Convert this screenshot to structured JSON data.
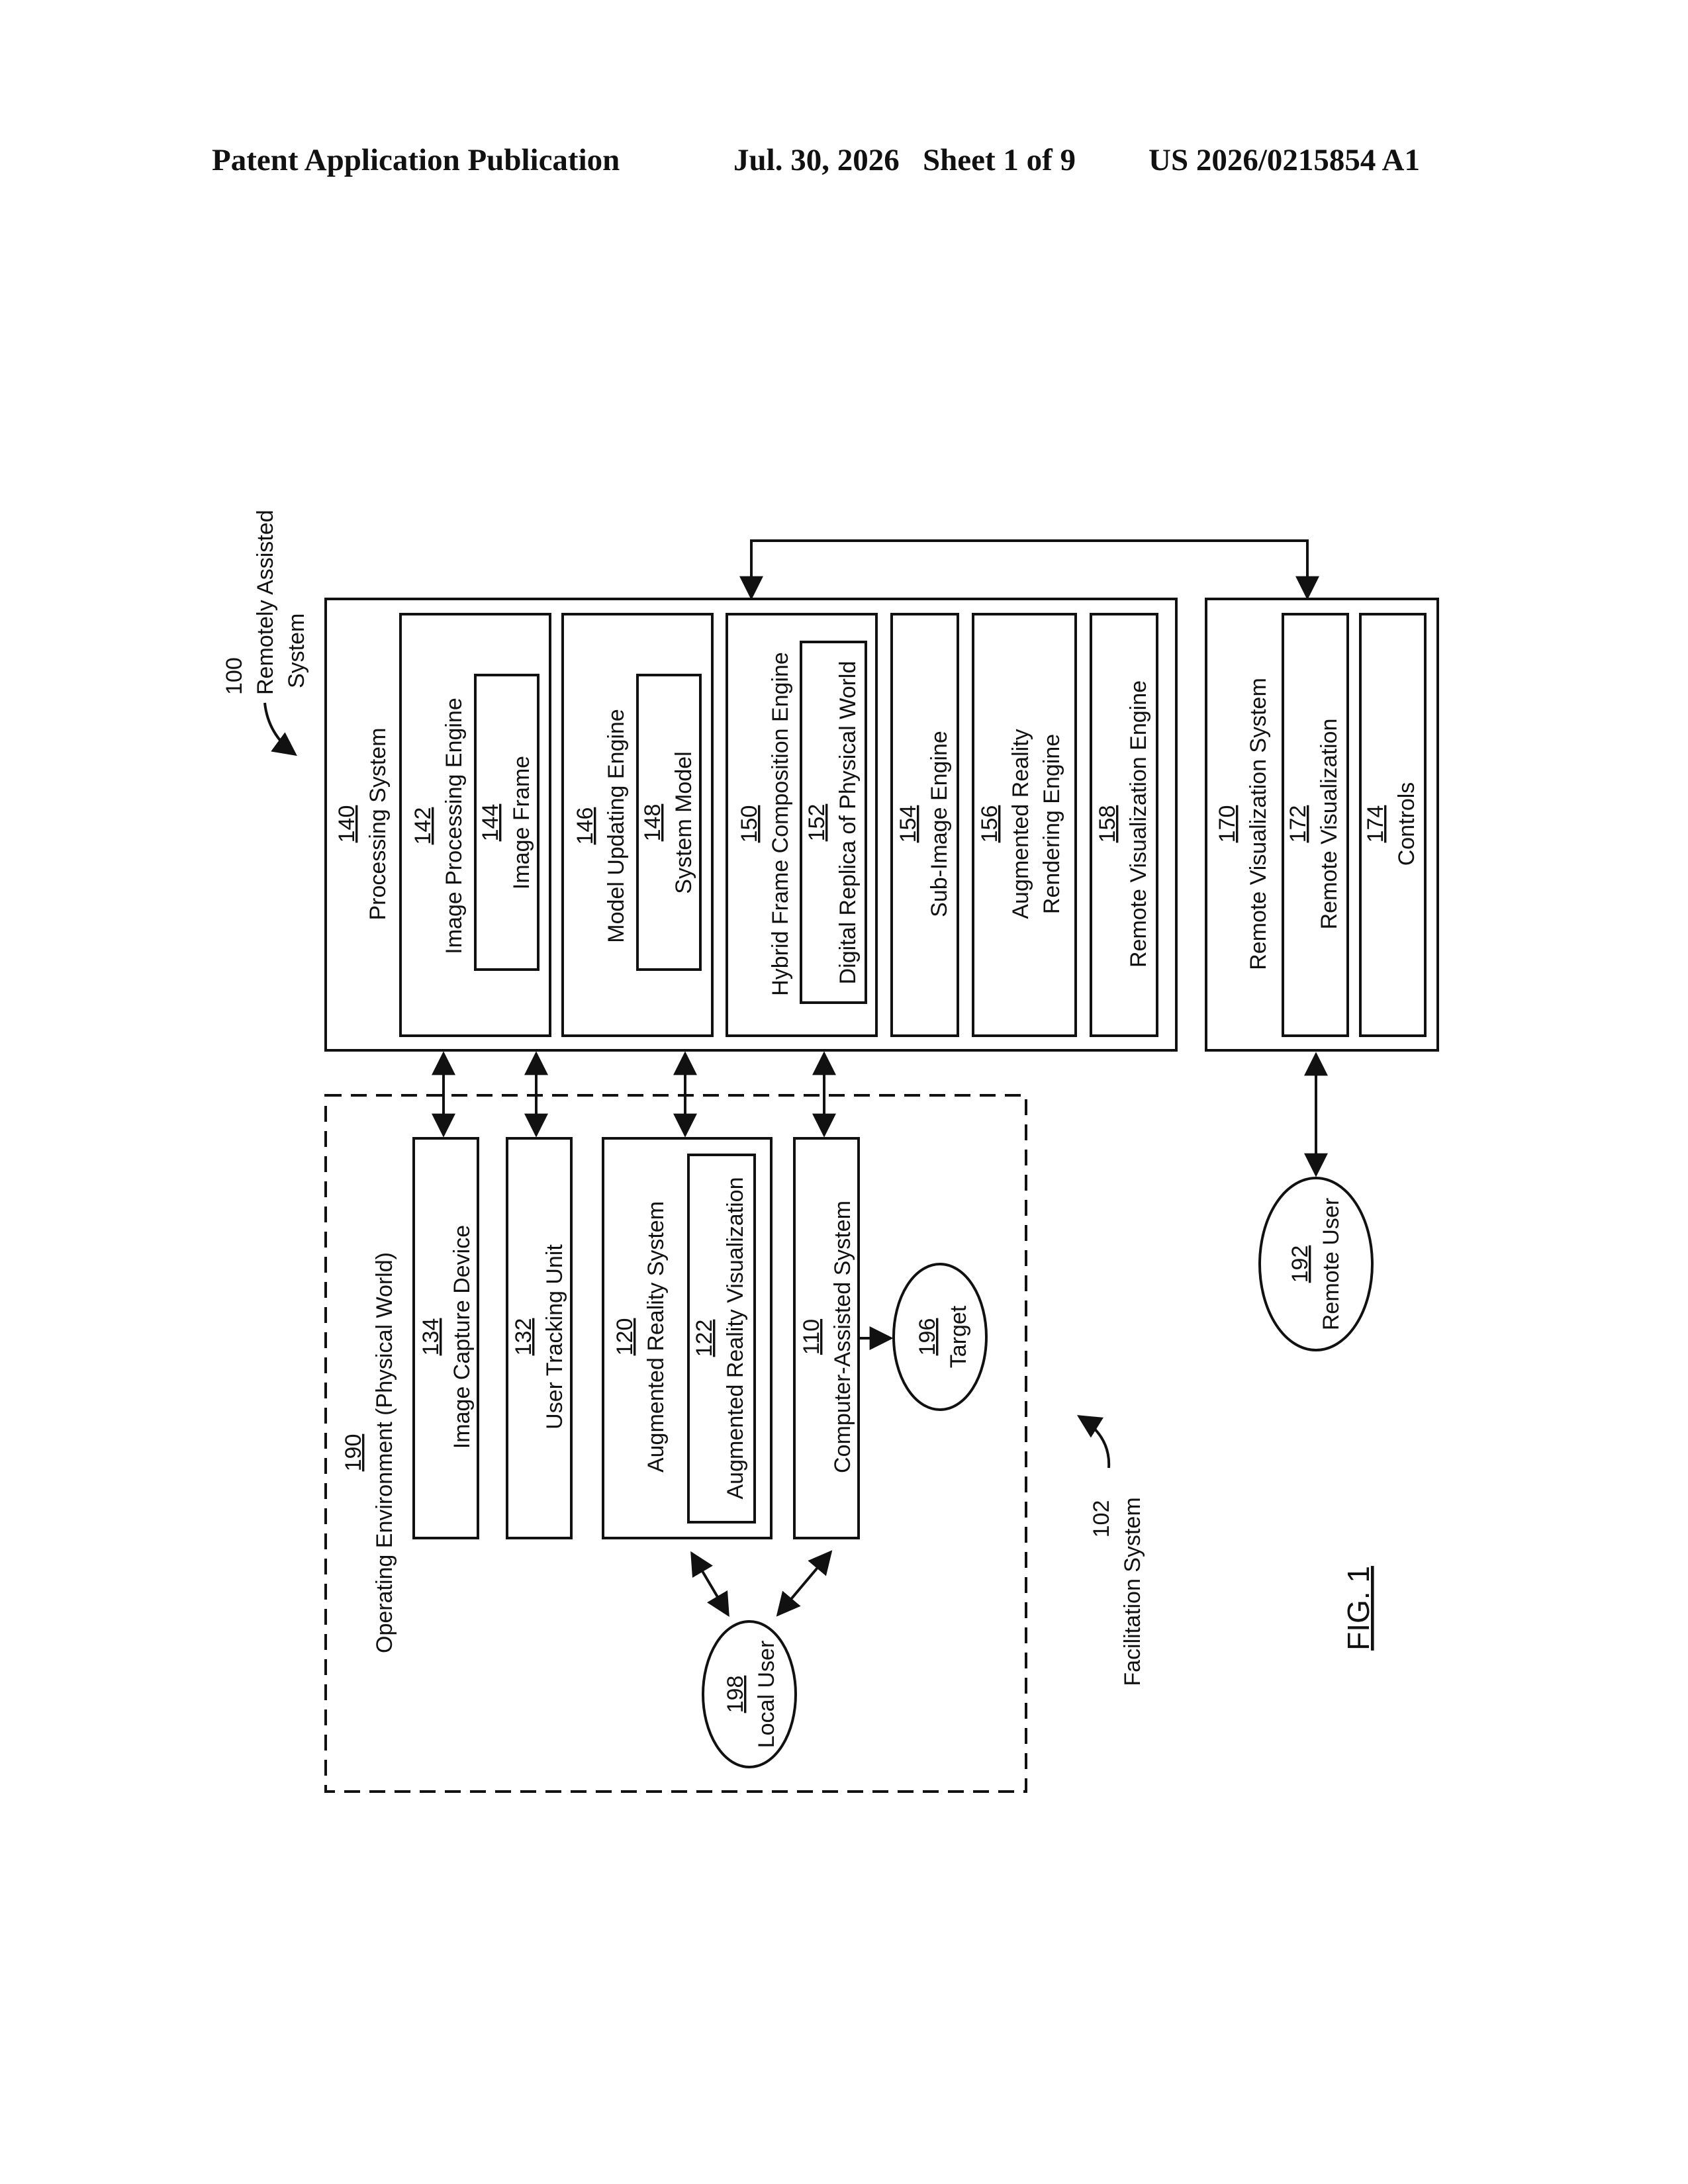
{
  "header": {
    "publication": "Patent Application Publication",
    "date_sheet": "Jul. 30, 2026   Sheet 1 of 9",
    "number": "US 2026/0215854 A1"
  },
  "ref100": {
    "num": "100",
    "l1": "Remotely Assisted",
    "l2": "System"
  },
  "ref102": {
    "num": "102",
    "label": "Facilitation System"
  },
  "env190": {
    "num": "190",
    "label": "Operating Environment (Physical World)"
  },
  "b134": {
    "num": "134",
    "label": "Image Capture Device"
  },
  "b132": {
    "num": "132",
    "label": "User Tracking Unit"
  },
  "b120": {
    "num": "120",
    "label": "Augmented Reality System"
  },
  "b122": {
    "num": "122",
    "label": "Augmented Reality Visualization"
  },
  "b110": {
    "num": "110",
    "label": "Computer-Assisted System"
  },
  "e196": {
    "num": "196",
    "label": "Target"
  },
  "e198": {
    "num": "198",
    "label": "Local User"
  },
  "e192": {
    "num": "192",
    "label": "Remote User"
  },
  "b140": {
    "num": "140",
    "label": "Processing System"
  },
  "b142": {
    "num": "142",
    "label": "Image Processing Engine"
  },
  "b144": {
    "num": "144",
    "label": "Image Frame"
  },
  "b146": {
    "num": "146",
    "label": "Model Updating Engine"
  },
  "b148": {
    "num": "148",
    "label": "System Model"
  },
  "b150": {
    "num": "150",
    "label": "Hybrid Frame Composition Engine"
  },
  "b152": {
    "num": "152",
    "label": "Digital Replica of Physical World"
  },
  "b154": {
    "num": "154",
    "label": "Sub-Image Engine"
  },
  "b156": {
    "num": "156",
    "l1": "Augmented Reality",
    "l2": "Rendering Engine"
  },
  "b158": {
    "num": "158",
    "label": "Remote Visualization Engine"
  },
  "b170": {
    "num": "170",
    "label": "Remote Visualization System"
  },
  "b172": {
    "num": "172",
    "label": "Remote Visualization"
  },
  "b174": {
    "num": "174",
    "label": "Controls"
  },
  "figure": {
    "label": "FIG. 1"
  }
}
